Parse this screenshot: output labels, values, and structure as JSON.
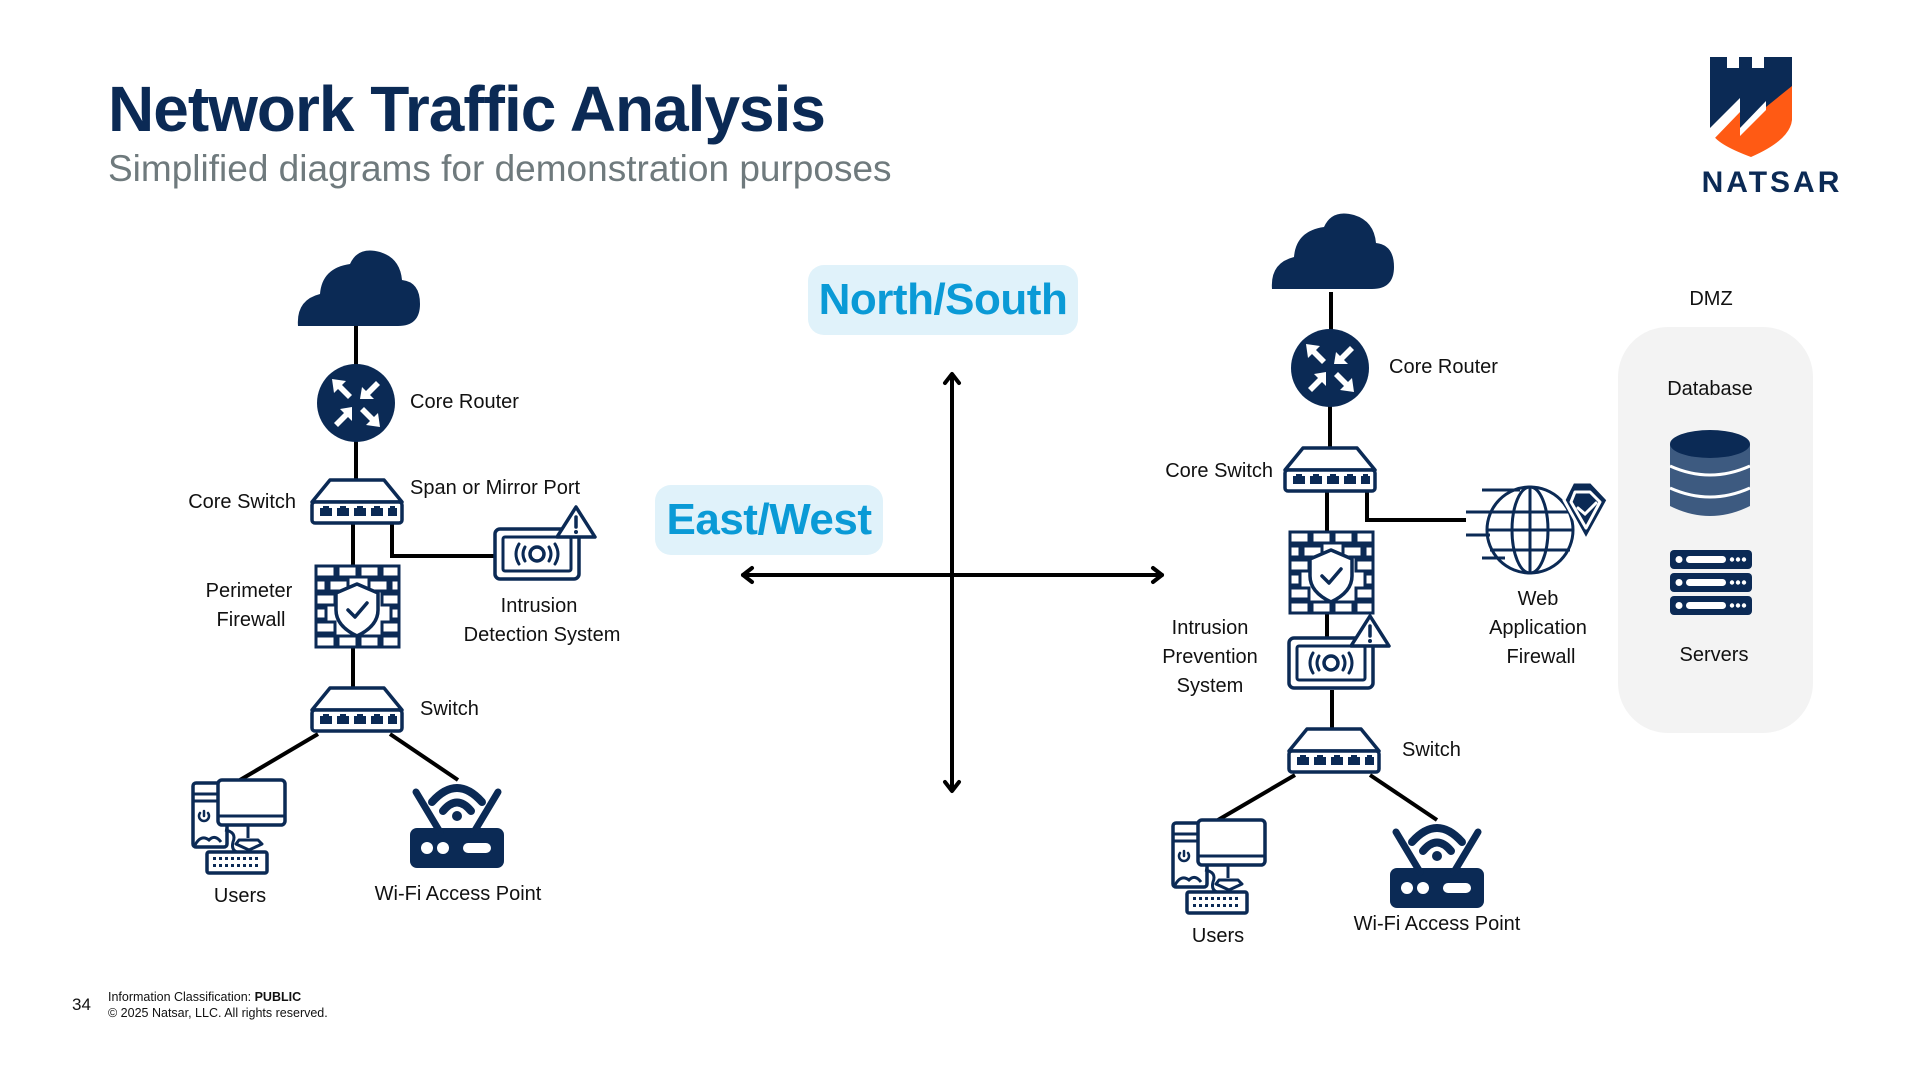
{
  "header": {
    "title": "Network Traffic Analysis",
    "subtitle": "Simplified diagrams for demonstration purposes"
  },
  "logo": {
    "name": "NATSAR",
    "colors": {
      "navy": "#0b2a55",
      "orange": "#ff5a14"
    }
  },
  "center": {
    "north_south_label": "North/South",
    "east_west_label": "East/West",
    "accent_color": "#0a9ad6",
    "pill_bg": "#e0f2fa"
  },
  "left_diagram": {
    "cloud_icon": "cloud-icon",
    "core_router": "Core Router",
    "core_switch": "Core Switch",
    "span_port": "Span or Mirror Port",
    "ids_line1": "Intrusion",
    "ids_line2": "Detection System",
    "firewall_line1": "Perimeter",
    "firewall_line2": "Firewall",
    "switch": "Switch",
    "users": "Users",
    "wifi": "Wi-Fi Access Point"
  },
  "right_diagram": {
    "cloud_icon": "cloud-icon",
    "core_router": "Core Router",
    "core_switch": "Core Switch",
    "ips_line1": "Intrusion",
    "ips_line2": "Prevention",
    "ips_line3": "System",
    "waf_line1": "Web",
    "waf_line2": "Application",
    "waf_line3": "Firewall",
    "switch": "Switch",
    "users": "Users",
    "wifi": "Wi-Fi Access Point"
  },
  "dmz": {
    "title": "DMZ",
    "database": "Database",
    "servers": "Servers"
  },
  "footer": {
    "page_number": "34",
    "classification_prefix": "Information Classification: ",
    "classification_value": "PUBLIC",
    "copyright": "© 2025 Natsar, LLC. All rights reserved."
  }
}
